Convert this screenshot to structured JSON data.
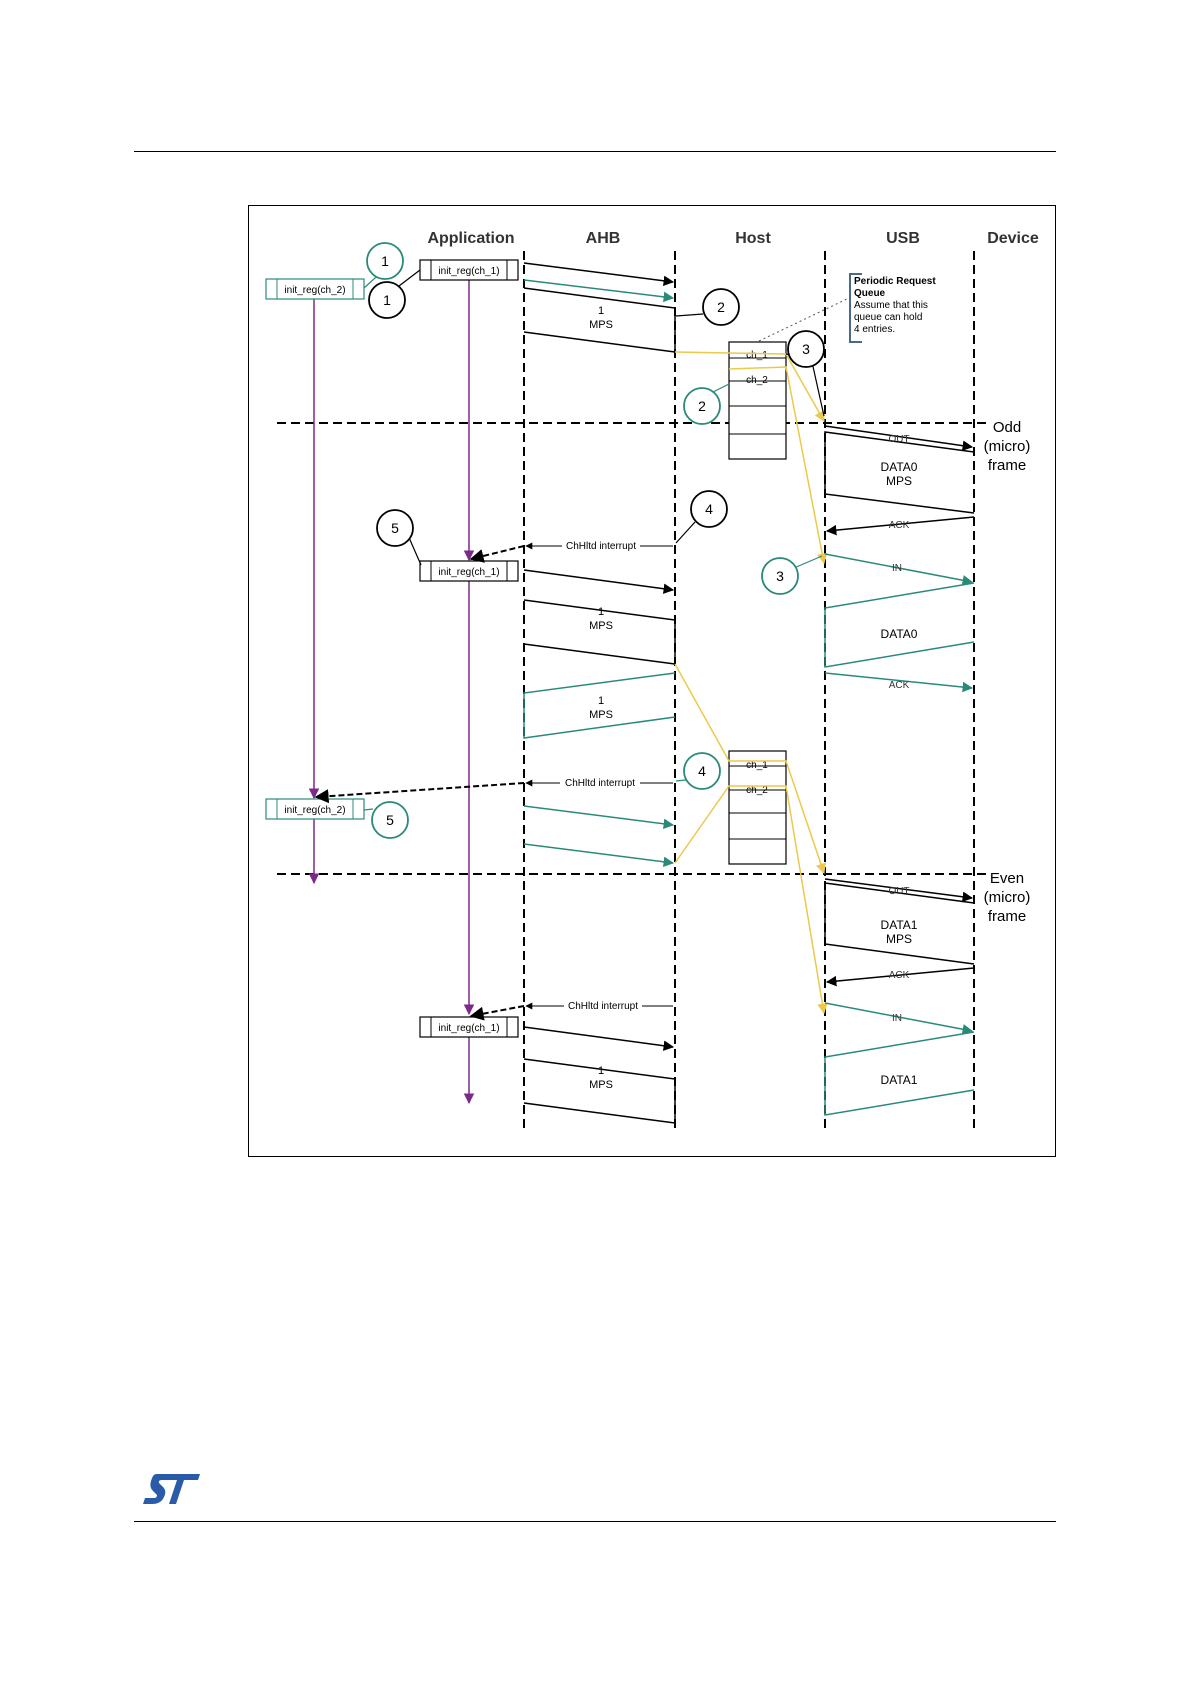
{
  "columns": {
    "application": "Application",
    "ahb": "AHB",
    "host": "Host",
    "usb": "USB",
    "device": "Device"
  },
  "frames": {
    "odd": [
      "Odd",
      "(micro)",
      "frame"
    ],
    "even": [
      "Even",
      "(micro)",
      "frame"
    ]
  },
  "note": {
    "title_1": "Periodic Request",
    "title_2": "Queue",
    "body_1": "Assume that this",
    "body_2": "queue can hold",
    "body_3": "4 entries."
  },
  "calls": {
    "ch1": "init_reg(ch_1)",
    "ch2": "init_reg(ch_2)"
  },
  "queue": {
    "ch1": "ch_1",
    "ch2": "ch_2"
  },
  "labels": {
    "mps_count": "1",
    "mps": "MPS",
    "interrupt": "ChHltd interrupt",
    "out": "OUT",
    "in": "IN",
    "ack": "ACK",
    "data0": "DATA0",
    "data1": "DATA1"
  },
  "steps": {
    "s1": "1",
    "s2": "2",
    "s3": "3",
    "s4": "4",
    "s5": "5"
  },
  "colors": {
    "teal": "#2a8a7a",
    "purple": "#7b2a8a",
    "yellow": "#ecc94b",
    "black": "#000000",
    "note_border": "#4a6a8a"
  },
  "logo": "st-logo"
}
